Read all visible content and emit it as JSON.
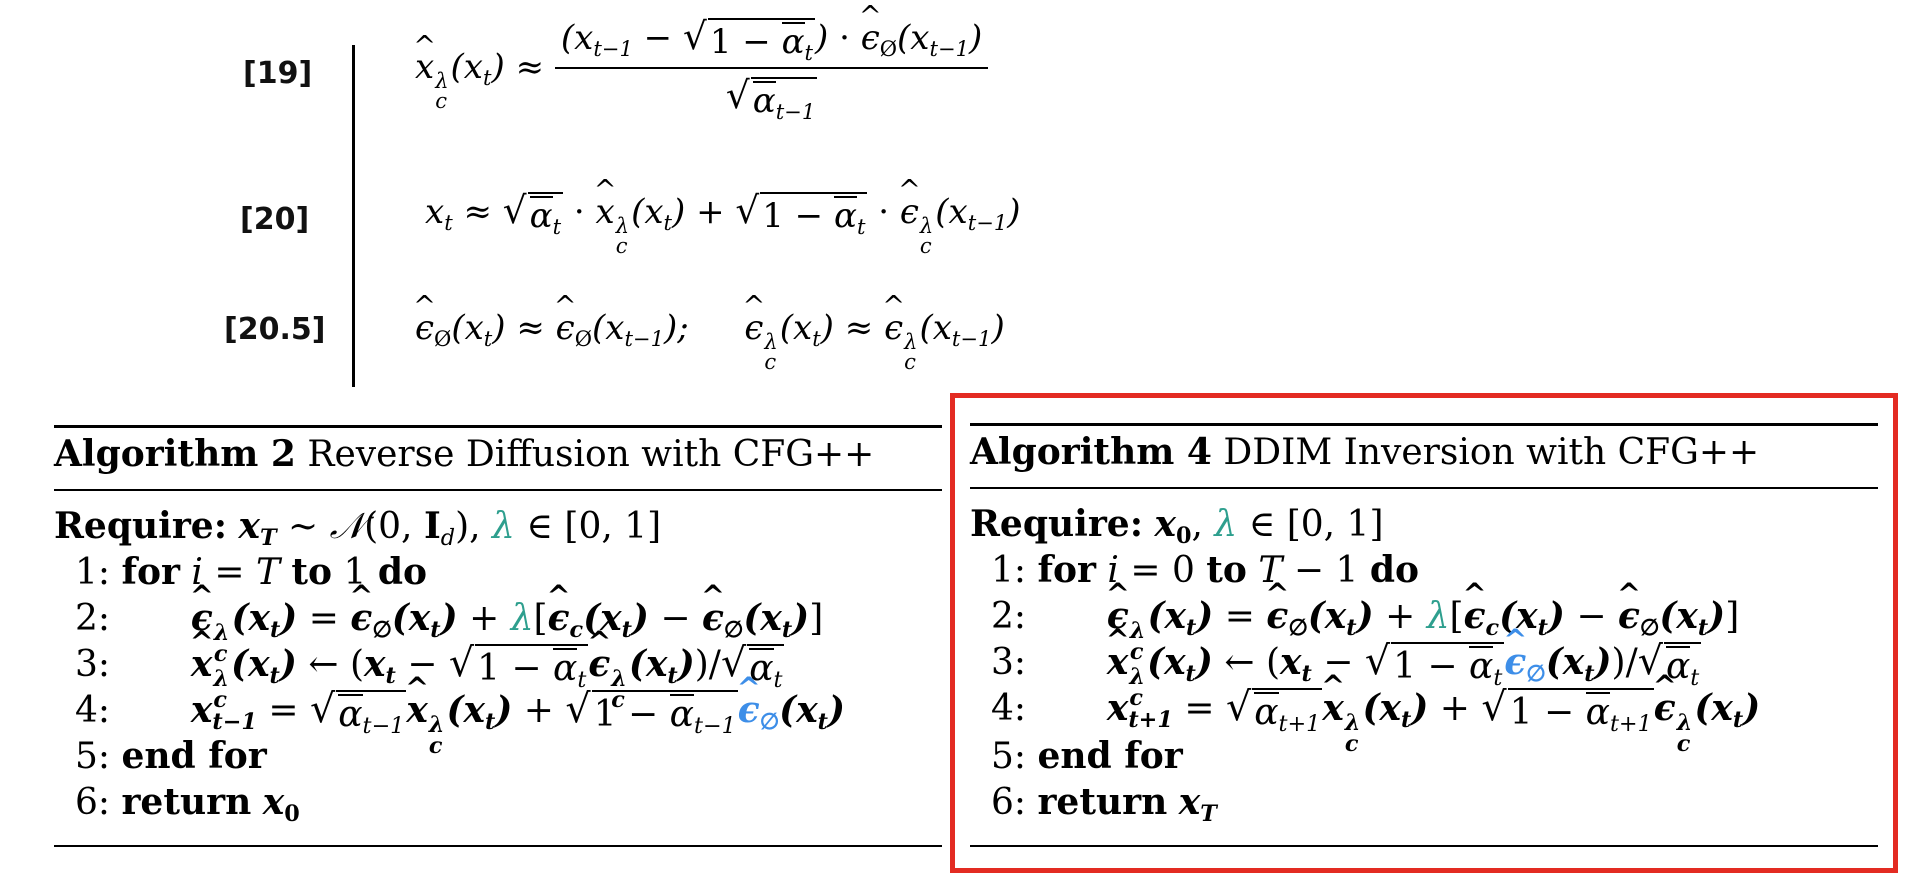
{
  "equations": {
    "labels": [
      "[19]",
      "[20]",
      "[20.5]"
    ]
  },
  "alg2": {
    "title_bold": "Algorithm 2",
    "title_rest": "Reverse Diffusion with CFG++",
    "require": "Require:",
    "kw_for": "for",
    "kw_to": "to",
    "kw_do": "do",
    "kw_end_for": "end for",
    "kw_return": "return",
    "line_numbers": [
      "1:",
      "2:",
      "3:",
      "4:",
      "5:",
      "6:"
    ]
  },
  "alg4": {
    "title_bold": "Algorithm 4",
    "title_rest": "DDIM Inversion with CFG++",
    "require": "Require:",
    "kw_for": "for",
    "kw_to": "to",
    "kw_do": "do",
    "kw_end_for": "end for",
    "kw_return": "return",
    "line_numbers": [
      "1:",
      "2:",
      "3:",
      "4:",
      "5:",
      "6:"
    ]
  },
  "colors": {
    "highlight_border": "#e32b22",
    "lambda": "#2e9f8e",
    "eps_null": "#3d8ee8"
  }
}
